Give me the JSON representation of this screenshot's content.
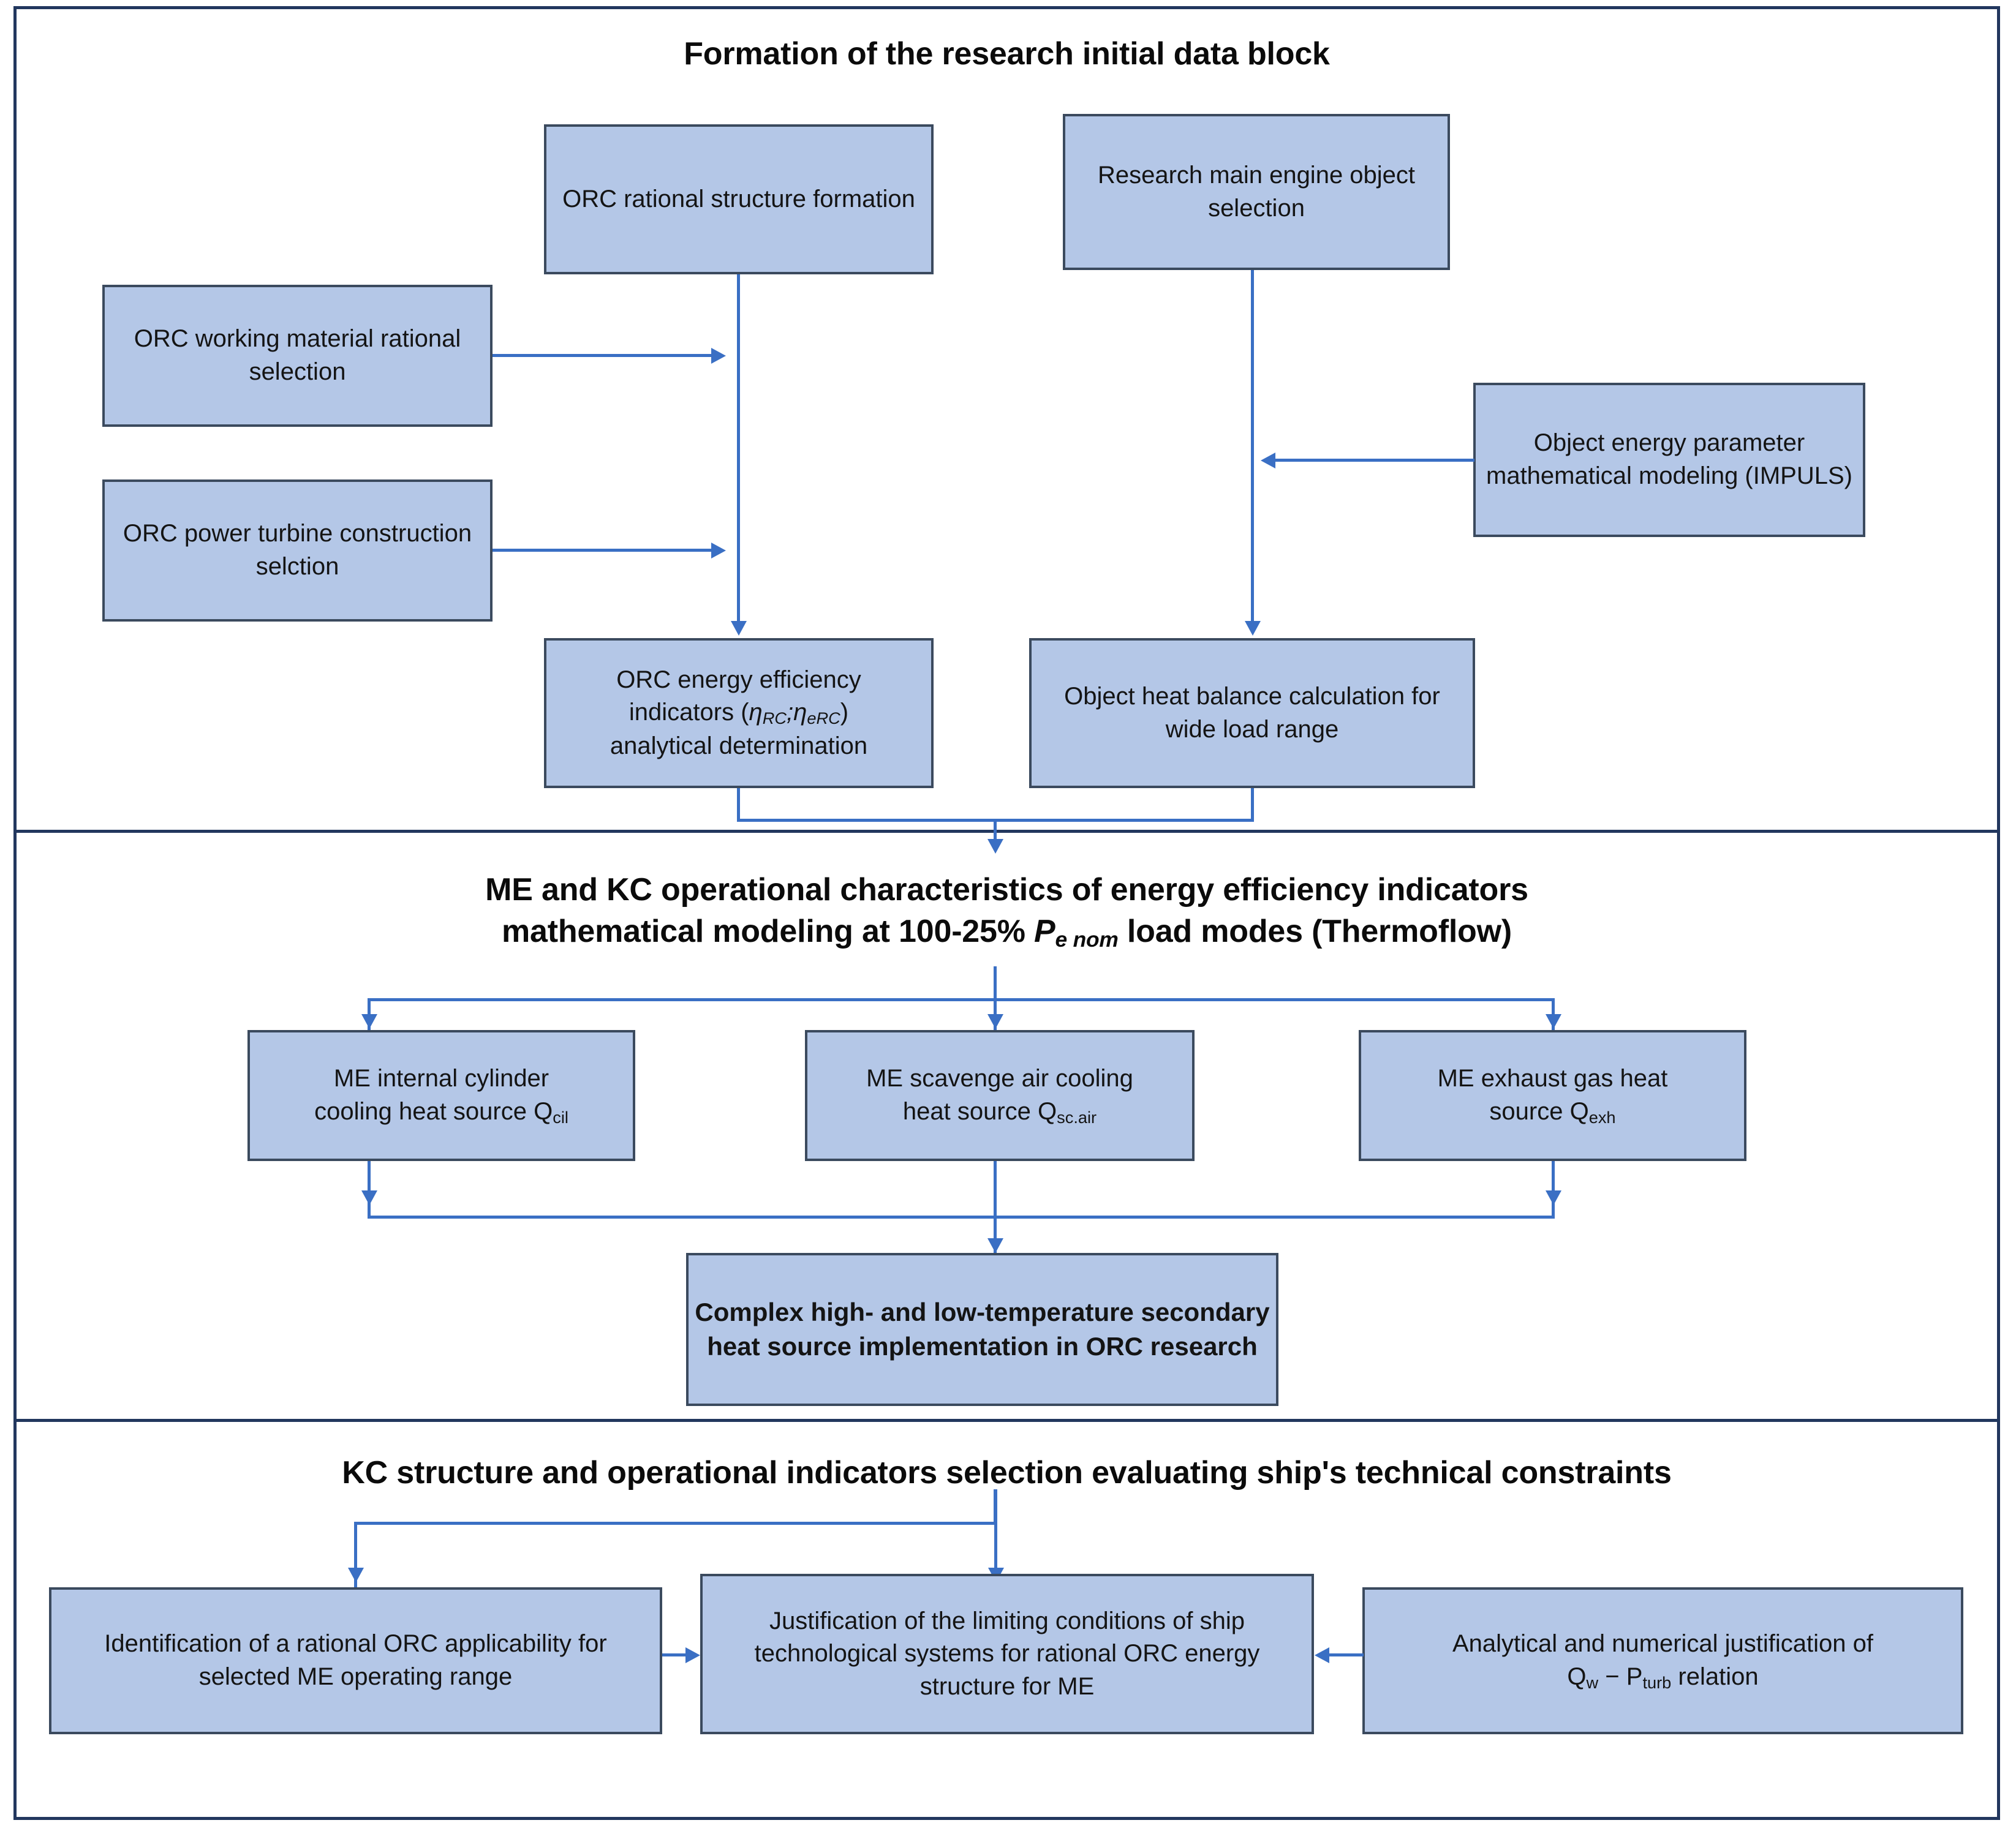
{
  "diagram": {
    "title_section1": "Formation of the research initial data block",
    "title_section2_line1": "ME and KC operational characteristics of energy efficiency indicators",
    "title_section2_line2_a": "mathematical modeling at 100-25% ",
    "title_section2_line2_P": "P",
    "title_section2_line2_sub": "e nom",
    "title_section2_line2_b": " load modes (Thermoflow)",
    "title_section3": "KC structure and operational indicators selection evaluating ship's technical constraints",
    "boxes": {
      "orc_structure": "ORC rational structure formation",
      "research_engine": "Research main engine object selection",
      "orc_material": "ORC working material rational selection",
      "orc_turbine": "ORC power turbine construction selction",
      "object_energy": "Object energy parameter mathematical modeling (IMPULS)",
      "orc_efficiency_l1": "ORC energy efficiency",
      "orc_efficiency_l2a": "indicators (",
      "orc_efficiency_eta1": "η",
      "orc_efficiency_eta1_sub": "RC",
      "orc_efficiency_sep": ";",
      "orc_efficiency_eta2": "η",
      "orc_efficiency_eta2_sub": "eRC",
      "orc_efficiency_l2b": ")",
      "orc_efficiency_l3": "analytical determination",
      "heat_balance": "Object heat balance calculation for wide load range",
      "me_cylinder_l1": "ME internal cylinder",
      "me_cylinder_l2": "cooling heat source  Q",
      "me_cylinder_sub": "cil",
      "me_scavenge_l1": "ME scavenge air cooling",
      "me_scavenge_l2": "heat source  Q",
      "me_scavenge_sub": "sc.air",
      "me_exhaust_l1": "ME exhaust gas heat",
      "me_exhaust_l2": "source  Q",
      "me_exhaust_sub": "exh",
      "complex_heat": "Complex high- and low-temperature secondary heat source implementation in ORC research",
      "identification": "Identification of a rational ORC applicability for selected ME operating range",
      "justification": "Justification of the limiting conditions of ship technological systems for rational ORC energy structure for ME",
      "analytical_l1": "Analytical and numerical justification of",
      "analytical_Q": "Q",
      "analytical_Q_sub": "w",
      "analytical_dash": " − ",
      "analytical_P": "P",
      "analytical_P_sub": "turb",
      "analytical_rel": " relation"
    },
    "colors": {
      "box_fill": "#b4c7e7",
      "box_border": "#3b4a5e",
      "connector": "#3a6fc4",
      "frame": "#22375e",
      "text": "#141414"
    }
  }
}
